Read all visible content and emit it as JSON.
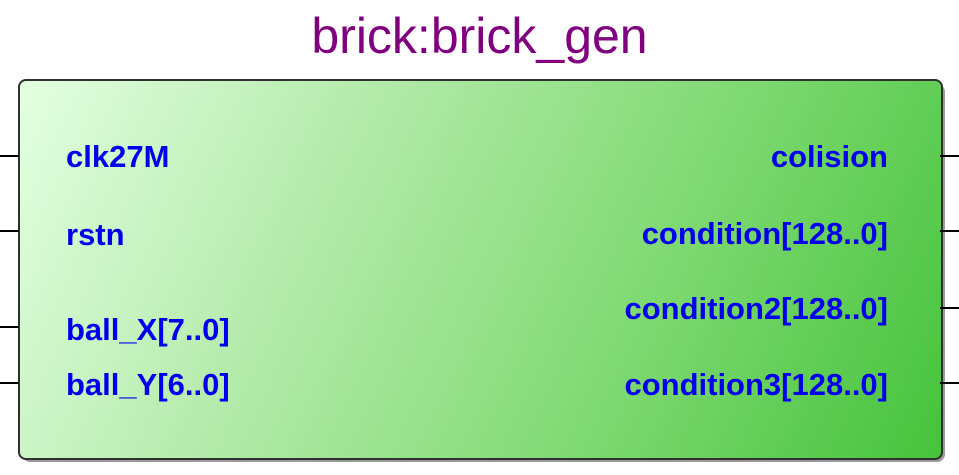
{
  "block": {
    "title": "brick:brick_gen",
    "inputs": [
      {
        "label": "clk27M"
      },
      {
        "label": "rstn"
      },
      {
        "label": "ball_X[7..0]"
      },
      {
        "label": "ball_Y[6..0]"
      }
    ],
    "outputs": [
      {
        "label": "colision"
      },
      {
        "label": "condition[128..0]"
      },
      {
        "label": "condition2[128..0]"
      },
      {
        "label": "condition3[128..0]"
      }
    ]
  },
  "colors": {
    "title": "#800080",
    "port_label": "#0000ee",
    "fill_start": "#e3ffe1",
    "fill_end": "#46c33c",
    "wire": "#000000"
  }
}
